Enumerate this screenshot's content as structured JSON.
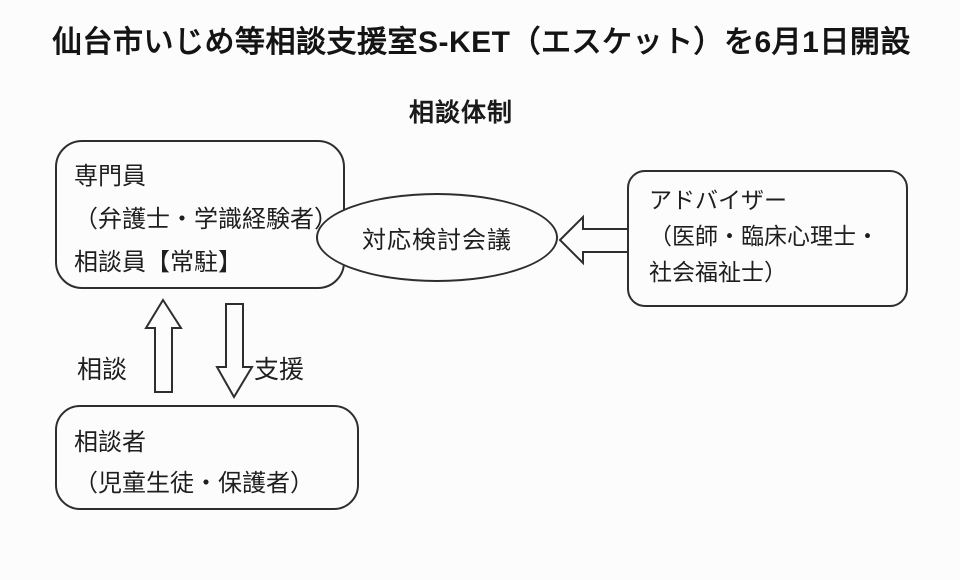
{
  "title": "仙台市いじめ等相談支援室S-KET（エスケット）を6月1日開設",
  "subtitle": "相談体制",
  "diagram": {
    "staff_box": {
      "line1": "専門員",
      "line2": "（弁護士・学識経験者）",
      "line3": "相談員【常駐】"
    },
    "meeting_ellipse": {
      "label": "対応検討会議"
    },
    "advisor_box": {
      "line1": "アドバイザー",
      "line2": "（医師・臨床心理士・",
      "line3": "社会福祉士）"
    },
    "consulter_box": {
      "line1": "相談者",
      "line2": "（児童生徒・保護者）"
    },
    "arrows": {
      "up_label": "相談",
      "down_label": "支援"
    }
  },
  "colors": {
    "background": "#fcfcfc",
    "line": "#2e2e2e",
    "text": "#1e1e1e"
  }
}
